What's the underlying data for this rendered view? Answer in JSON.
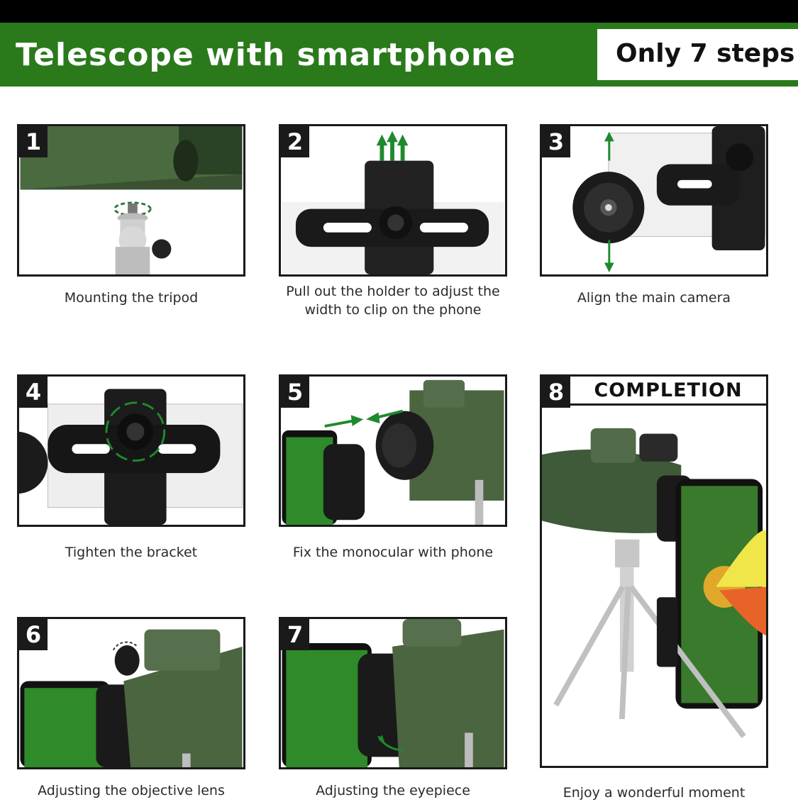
{
  "header": {
    "title": "Telescope with smartphone",
    "badge": "Only 7 steps"
  },
  "steps": [
    {
      "number": "1",
      "caption": "Mounting the tripod"
    },
    {
      "number": "2",
      "caption": "Pull out the holder to adjust the width to clip on the phone"
    },
    {
      "number": "3",
      "caption": "Align the main camera"
    },
    {
      "number": "4",
      "caption": "Tighten the bracket"
    },
    {
      "number": "5",
      "caption": "Fix the monocular with phone"
    },
    {
      "number": "6",
      "caption": "Adjusting the objective lens"
    },
    {
      "number": "7",
      "caption": "Adjusting the eyepiece"
    },
    {
      "number": "8",
      "title": "COMPLETION",
      "caption": "Enjoy a wonderful moment"
    }
  ],
  "colors": {
    "banner_green": "#2a7a1c",
    "arrow_green": "#1e8a2e",
    "monocular_green": "#3e5a38"
  }
}
